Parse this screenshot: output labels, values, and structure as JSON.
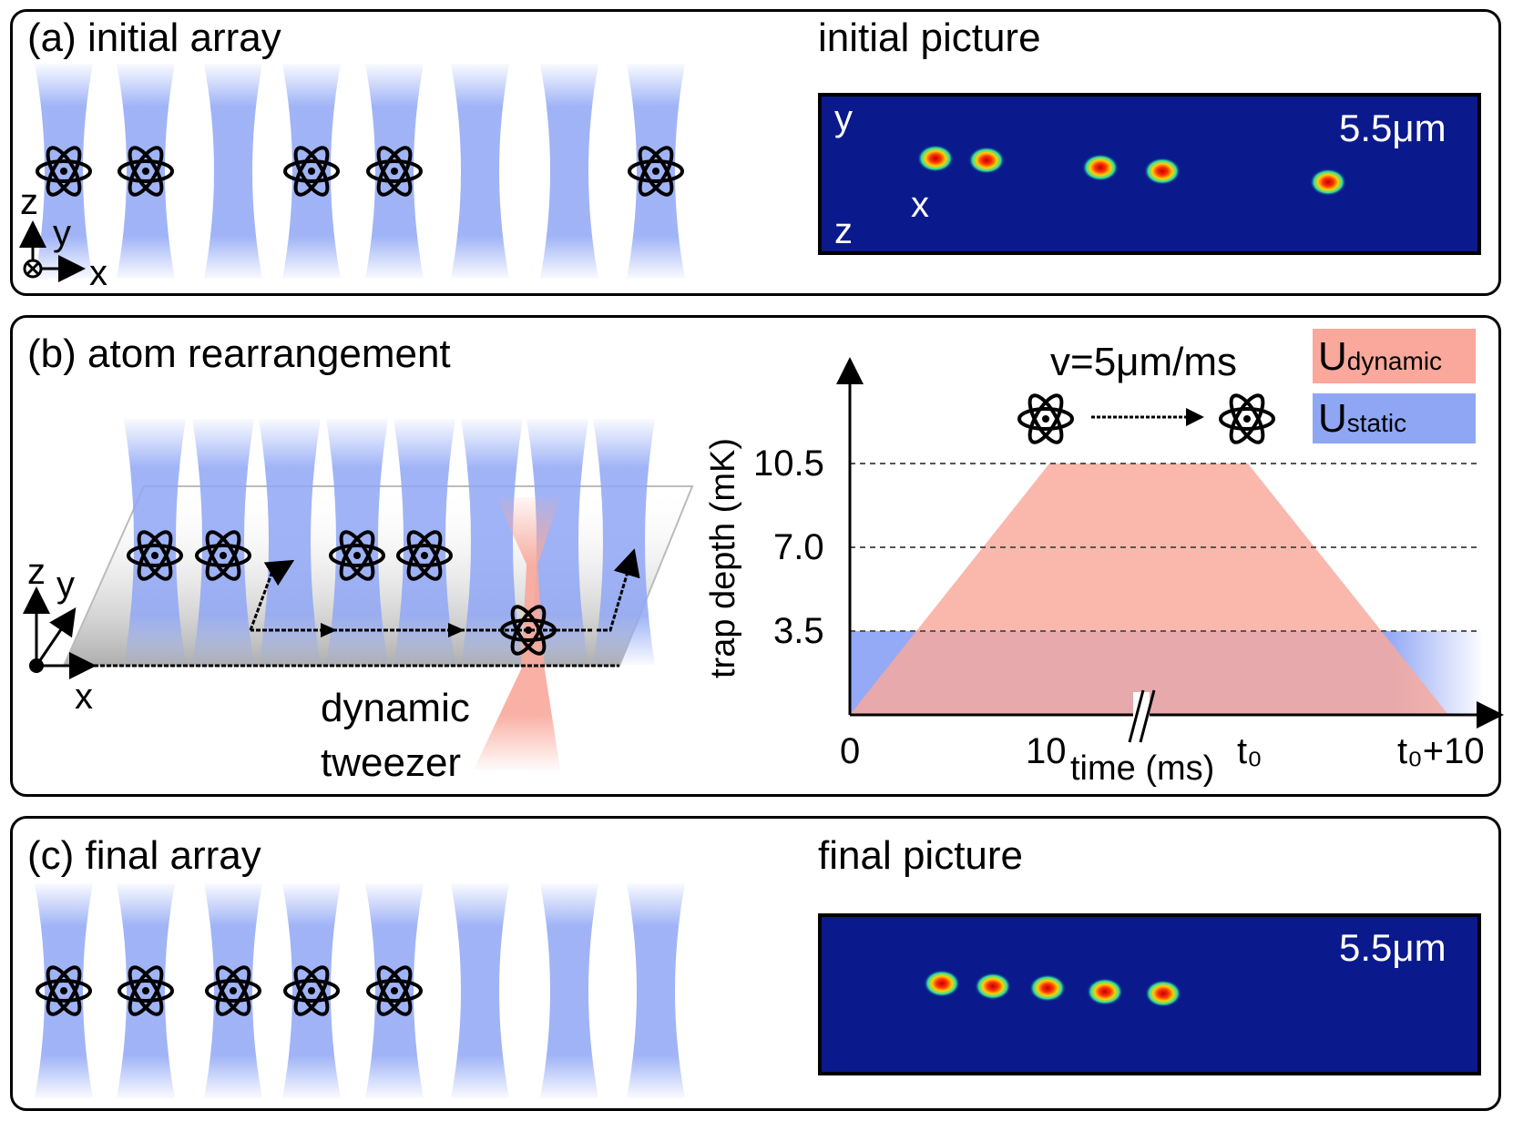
{
  "panel_a": {
    "title": "(a) initial array",
    "picture_title": "initial picture",
    "scale_label": "5.5μm",
    "axes": {
      "y": "y",
      "x": "x",
      "z": "z"
    },
    "beam_axes": {
      "z": "z",
      "y": "y",
      "x": "x"
    },
    "occupied_sites": [
      1,
      2,
      4,
      5,
      8
    ]
  },
  "panel_b": {
    "title": "(b) atom rearrangement",
    "tweezer_label_1": "dynamic",
    "tweezer_label_2": "tweezer",
    "axes": {
      "z": "z",
      "y": "y",
      "x": "x"
    },
    "velocity_label": "v=5μm/ms",
    "legend": [
      {
        "main": "U",
        "sub": "dynamic",
        "color": "#f9a89b"
      },
      {
        "main": "U",
        "sub": "static",
        "color": "#8fa6f5"
      }
    ]
  },
  "panel_c": {
    "title": "(c) final array",
    "picture_title": "final picture",
    "scale_label": "5.5μm",
    "occupied_sites": [
      1,
      2,
      3,
      4,
      5
    ]
  },
  "chart_data": {
    "type": "area",
    "ylabel": "trap depth (mK)",
    "xlabel": "time (ms)",
    "x_ticks": [
      "0",
      "10",
      "t₀",
      "t₀+10"
    ],
    "y_ticks": [
      3.5,
      7.0,
      10.5
    ],
    "x_break": "//",
    "series": [
      {
        "name": "Udynamic",
        "x": [
          "0",
          "10",
          "t₀",
          "t₀+10"
        ],
        "values": [
          0,
          10.5,
          10.5,
          0
        ]
      },
      {
        "name": "Ustatic",
        "x": [
          "0",
          "t₀+10"
        ],
        "values": [
          3.5,
          3.5
        ]
      }
    ],
    "grid": "dashed lines at 3.5, 7.0, 10.5"
  },
  "colors": {
    "beam": "#8fa6f5",
    "tweezer": "#f9a89b",
    "static": "#8fa6f5",
    "camera_bg": "#0a1a8c"
  }
}
